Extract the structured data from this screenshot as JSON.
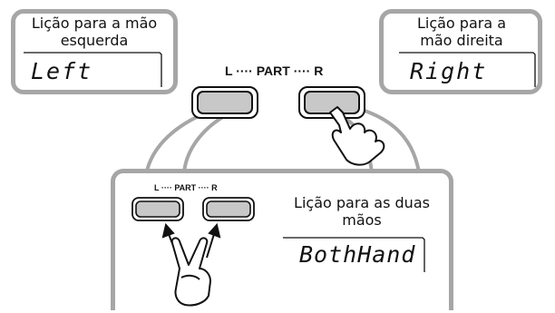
{
  "left_lesson": {
    "caption": "Lição para a mão esquerda",
    "display": "Left"
  },
  "right_lesson": {
    "caption": "Lição para a mão direita",
    "display": "Right"
  },
  "both_lesson": {
    "caption": "Lição para as duas mãos",
    "display": "BothHand"
  },
  "part_label": "L ···· PART ···· R",
  "colors": {
    "frame": "#a6a6a6",
    "button_fill": "#c8c8c8",
    "ink": "#111111"
  },
  "icons": [
    "hand-press-icon",
    "two-finger-press-icon"
  ]
}
